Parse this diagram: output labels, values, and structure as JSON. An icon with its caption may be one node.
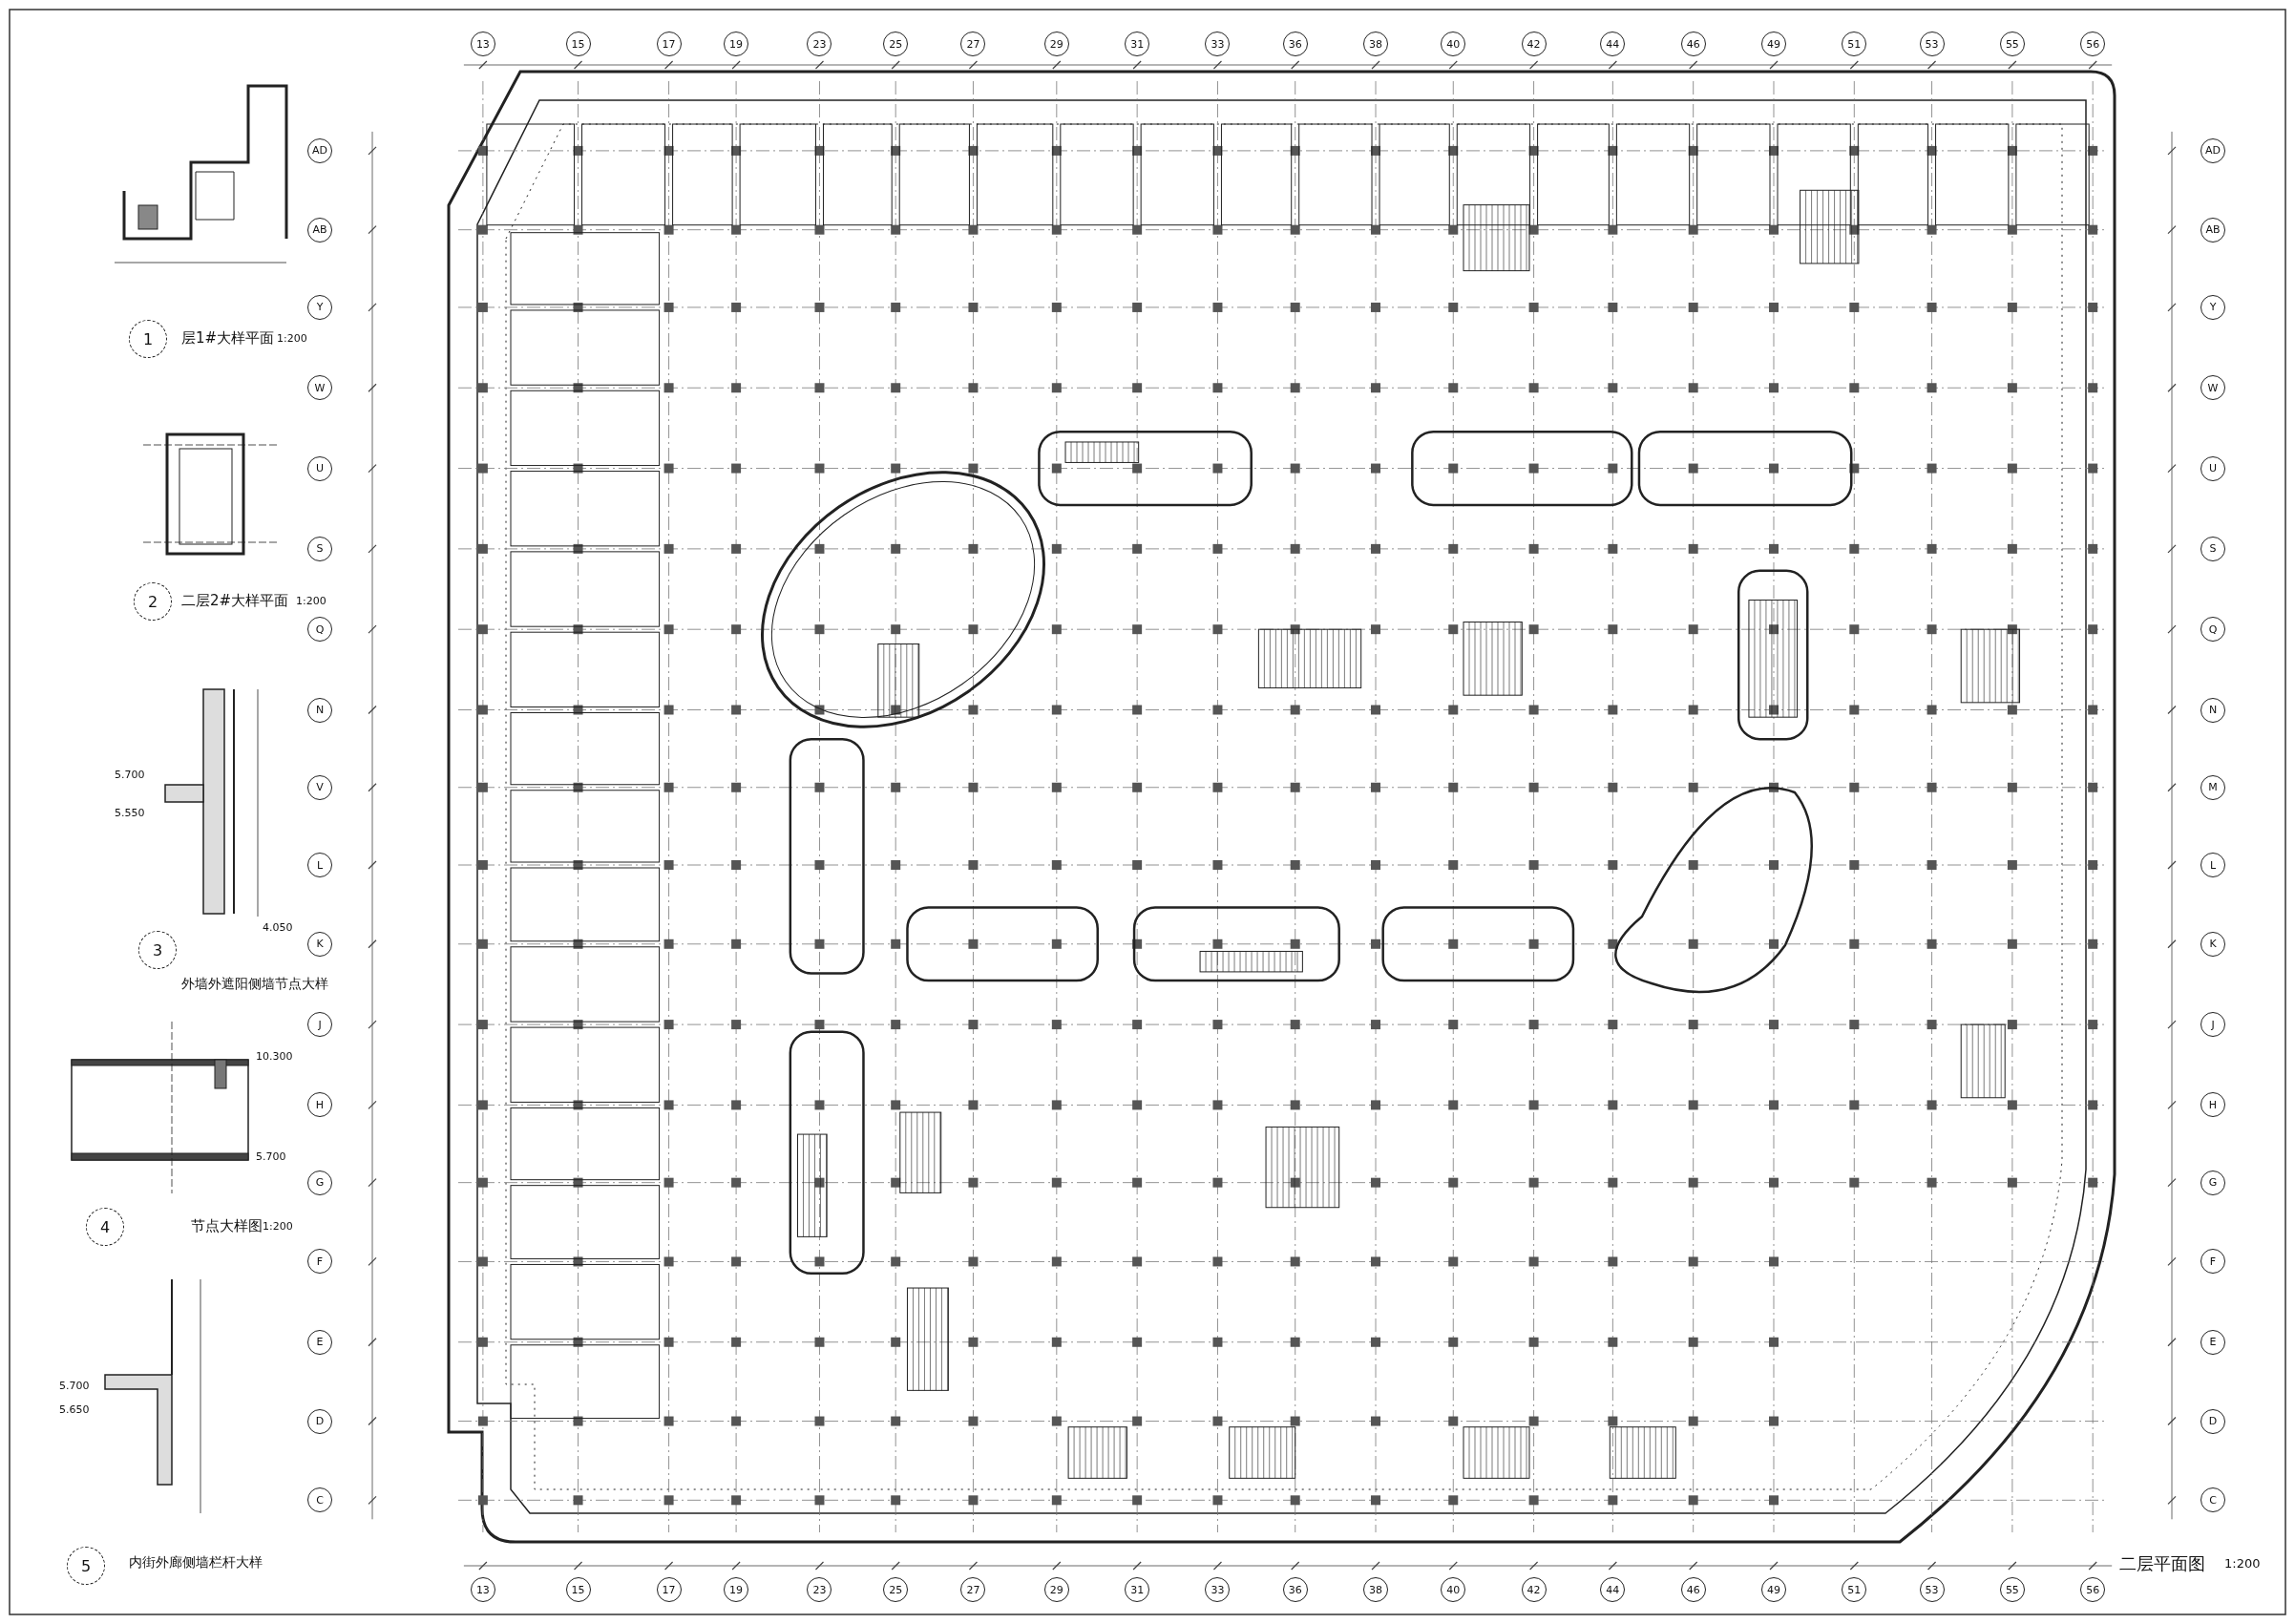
{
  "diagram": {
    "title": "二层平面图",
    "nodes": [
      {
        "text": [
          "13"
        ]
      },
      {
        "text": [
          "15"
        ]
      },
      {
        "text": [
          "17"
        ]
      },
      {
        "text": [
          "19"
        ]
      },
      {
        "text": [
          "23"
        ]
      },
      {
        "text": [
          "25"
        ]
      },
      {
        "text": [
          "27"
        ]
      },
      {
        "text": [
          "29"
        ]
      },
      {
        "text": [
          "31"
        ]
      },
      {
        "text": [
          "33"
        ]
      },
      {
        "text": [
          "36"
        ]
      },
      {
        "text": [
          "38"
        ]
      },
      {
        "text": [
          "40"
        ]
      },
      {
        "text": [
          "42"
        ]
      },
      {
        "text": [
          "44"
        ]
      },
      {
        "text": [
          "46"
        ]
      },
      {
        "text": [
          "49"
        ]
      },
      {
        "text": [
          "51"
        ]
      },
      {
        "text": [
          "53"
        ]
      },
      {
        "text": [
          "55"
        ]
      },
      {
        "text": [
          "56"
        ]
      },
      {
        "text": [
          "13"
        ]
      },
      {
        "text": [
          "15"
        ]
      },
      {
        "text": [
          "17"
        ]
      },
      {
        "text": [
          "19"
        ]
      },
      {
        "text": [
          "23"
        ]
      },
      {
        "text": [
          "25"
        ]
      },
      {
        "text": [
          "27"
        ]
      },
      {
        "text": [
          "29"
        ]
      },
      {
        "text": [
          "31"
        ]
      },
      {
        "text": [
          "33"
        ]
      },
      {
        "text": [
          "36"
        ]
      },
      {
        "text": [
          "38"
        ]
      },
      {
        "text": [
          "40"
        ]
      },
      {
        "text": [
          "42"
        ]
      },
      {
        "text": [
          "44"
        ]
      },
      {
        "text": [
          "46"
        ]
      },
      {
        "text": [
          "49"
        ]
      },
      {
        "text": [
          "51"
        ]
      },
      {
        "text": [
          "53"
        ]
      },
      {
        "text": [
          "55"
        ]
      },
      {
        "text": [
          "56"
        ]
      },
      {
        "text": [
          "AD"
        ]
      },
      {
        "text": [
          "AB"
        ]
      },
      {
        "text": [
          "Y"
        ]
      },
      {
        "text": [
          "W"
        ]
      },
      {
        "text": [
          "U"
        ]
      },
      {
        "text": [
          "S"
        ]
      },
      {
        "text": [
          "Q"
        ]
      },
      {
        "text": [
          "N"
        ]
      },
      {
        "text": [
          "V"
        ]
      },
      {
        "text": [
          "L"
        ]
      },
      {
        "text": [
          "K"
        ]
      },
      {
        "text": [
          "J"
        ]
      },
      {
        "text": [
          "H"
        ]
      },
      {
        "text": [
          "G"
        ]
      },
      {
        "text": [
          "F"
        ]
      },
      {
        "text": [
          "E"
        ]
      },
      {
        "text": [
          "D"
        ]
      },
      {
        "text": [
          "C"
        ]
      },
      {
        "text": [
          "AD"
        ]
      },
      {
        "text": [
          "AB"
        ]
      },
      {
        "text": [
          "Y"
        ]
      },
      {
        "text": [
          "W"
        ]
      },
      {
        "text": [
          "U"
        ]
      },
      {
        "text": [
          "S"
        ]
      },
      {
        "text": [
          "Q"
        ]
      },
      {
        "text": [
          "N"
        ]
      },
      {
        "text": [
          "M"
        ]
      },
      {
        "text": [
          "L"
        ]
      },
      {
        "text": [
          "K"
        ]
      },
      {
        "text": [
          "J"
        ]
      },
      {
        "text": [
          "H"
        ]
      },
      {
        "text": [
          "G"
        ]
      },
      {
        "text": [
          "F"
        ]
      },
      {
        "text": [
          "E"
        ]
      },
      {
        "text": [
          "D"
        ]
      },
      {
        "text": [
          "C"
        ]
      },
      {
        "text": [
          "1"
        ]
      },
      {
        "text": [
          "2"
        ]
      },
      {
        "text": [
          "3"
        ]
      },
      {
        "text": [
          "4"
        ]
      },
      {
        "text": [
          "5"
        ]
      }
    ],
    "labels": [
      "1:200",
      "层1#大样平面",
      "1:200",
      "二层2#大样平面",
      "1:200",
      "外墙外遮阳侧墙节点大样",
      "5.700",
      "5.550",
      "4.050",
      "节点大样图",
      "1:200",
      "10.300",
      "5.700",
      "内街外廊侧墙栏杆大样",
      "5.700",
      "5.650"
    ]
  }
}
